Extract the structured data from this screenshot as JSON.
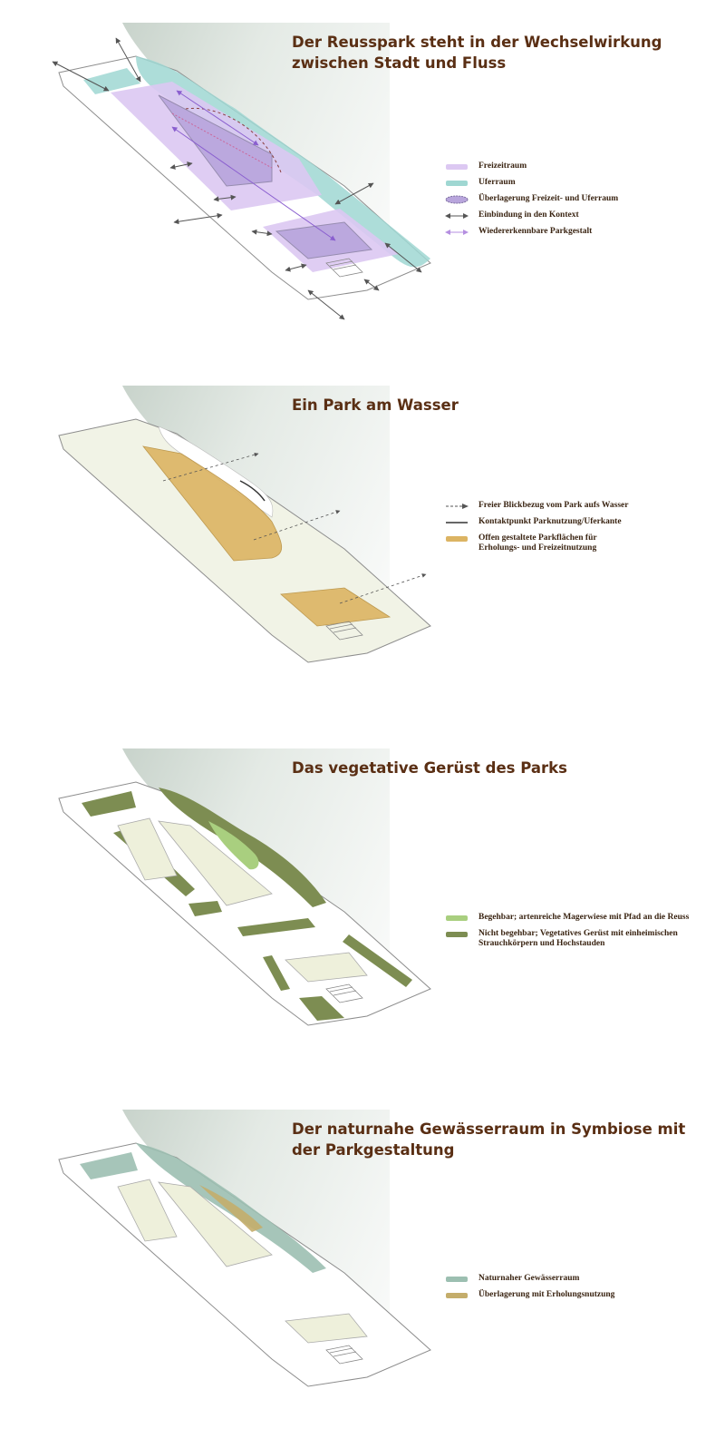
{
  "panels": [
    {
      "title_lines": [
        "Der Reusspark steht in der Wechselwirkung",
        "zwischen Stadt und Fluss"
      ],
      "legend": [
        {
          "type": "swatch",
          "color": "#dcc8f2",
          "label_lines": [
            "Freizeitraum"
          ]
        },
        {
          "type": "swatch",
          "color": "#9fd7d2",
          "label_lines": [
            "Uferraum"
          ]
        },
        {
          "type": "overlap",
          "color": "#b8a5dc",
          "label_lines": [
            "Überlagerung Freizeit- und Uferraum"
          ]
        },
        {
          "type": "double-arrow",
          "color": "#555555",
          "label_lines": [
            "Einbindung in den Kontext"
          ]
        },
        {
          "type": "double-arrow",
          "color": "#b58fe0",
          "label_lines": [
            "Wiedererkennbare Parkgestalt"
          ]
        }
      ]
    },
    {
      "title_lines": [
        "Ein Park am Wasser"
      ],
      "legend": [
        {
          "type": "dashed-arrow",
          "color": "#555555",
          "label_lines": [
            "Freier Blickbezug vom Park aufs Wasser"
          ]
        },
        {
          "type": "line",
          "color": "#333333",
          "label_lines": [
            "Kontaktpunkt Parknutzung/Uferkante"
          ]
        },
        {
          "type": "swatch",
          "color": "#dcb463",
          "label_lines": [
            "Offen gestaltete Parkflächen für",
            "Erholungs- und Freizeitnutzung"
          ]
        }
      ]
    },
    {
      "title_lines": [
        "Das vegetative Gerüst des Parks"
      ],
      "legend": [
        {
          "type": "swatch",
          "color": "#a9cf7f",
          "label_lines": [
            "Begehbar; artenreiche Magerwiese mit Pfad an die Reuss"
          ]
        },
        {
          "type": "swatch",
          "color": "#7d8d52",
          "label_lines": [
            "Nicht begehbar; Vegetatives Gerüst mit einheimischen",
            "Strauchkörpern und Hochstauden"
          ]
        }
      ]
    },
    {
      "title_lines": [
        "Der naturnahe Gewässerraum in Symbiose mit",
        "der Parkgestaltung"
      ],
      "legend": [
        {
          "type": "swatch",
          "color": "#9cbfb1",
          "label_lines": [
            "Naturnaher Gewässerraum"
          ]
        },
        {
          "type": "swatch",
          "color": "#c4ad6b",
          "label_lines": [
            "Überlagerung mit Erholungsnutzung"
          ]
        }
      ]
    }
  ]
}
